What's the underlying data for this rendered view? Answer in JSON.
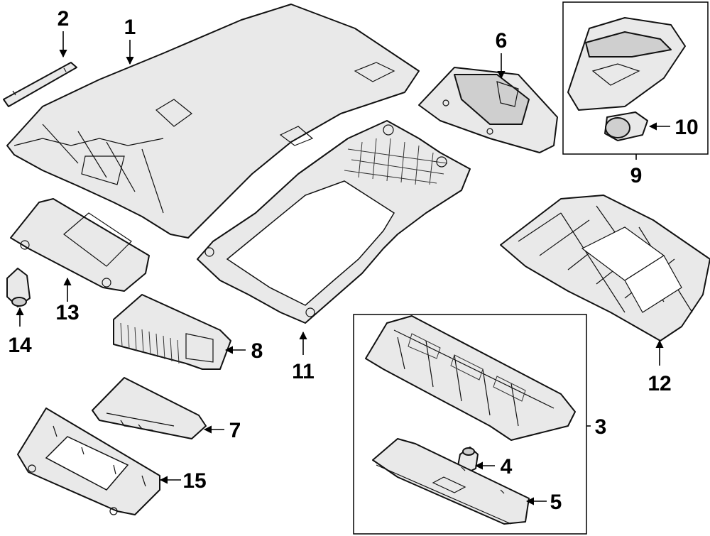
{
  "diagram": {
    "callouts": {
      "c1": "1",
      "c2": "2",
      "c3": "3",
      "c4": "4",
      "c5": "5",
      "c6": "6",
      "c7": "7",
      "c8": "8",
      "c9": "9",
      "c10": "10",
      "c11": "11",
      "c12": "12",
      "c13": "13",
      "c14": "14",
      "c15": "15"
    },
    "colors": {
      "line": "#111111",
      "part_fill": "#e9e9e9",
      "background": "#ffffff"
    }
  }
}
